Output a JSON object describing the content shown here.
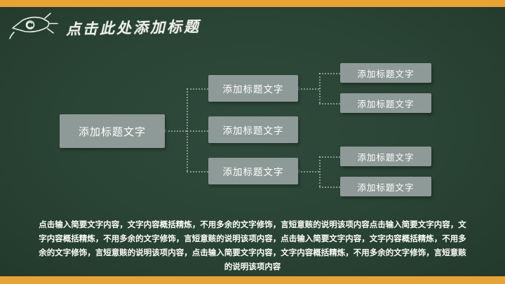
{
  "slide": {
    "title": "点击此处添加标题",
    "theme": {
      "frame_color": "#e9a335",
      "board_color": "#2b4537",
      "node_color": "#8e9a97",
      "text_color": "#ffffff",
      "connector_color": "#d0dbd4"
    }
  },
  "diagram": {
    "root": {
      "label": "添加标题文字"
    },
    "level2": [
      {
        "label": "添加标题文字"
      },
      {
        "label": "添加标题文字"
      },
      {
        "label": "添加标题文字"
      }
    ],
    "level3": [
      {
        "label": "添加标题文字"
      },
      {
        "label": "添加标题文字"
      },
      {
        "label": "添加标题文字"
      },
      {
        "label": "添加标题文字"
      }
    ]
  },
  "body_text": "点击输入简要文字内容，文字内容概括精炼，不用多余的文字修饰，言短意赅的说明该项内容点击输入简要文字内容，文字内容概括精炼，不用多余的文字修饰，言短意赅的说明该项内容，点击输入简要文字内容，文字内容概括精炼，不用多余的文字修饰，言短意赅的说明该项内容，点击输入简要文字内容，文字内容概括精炼，不用多余的文字修饰，言短意赅的说明该项内容"
}
